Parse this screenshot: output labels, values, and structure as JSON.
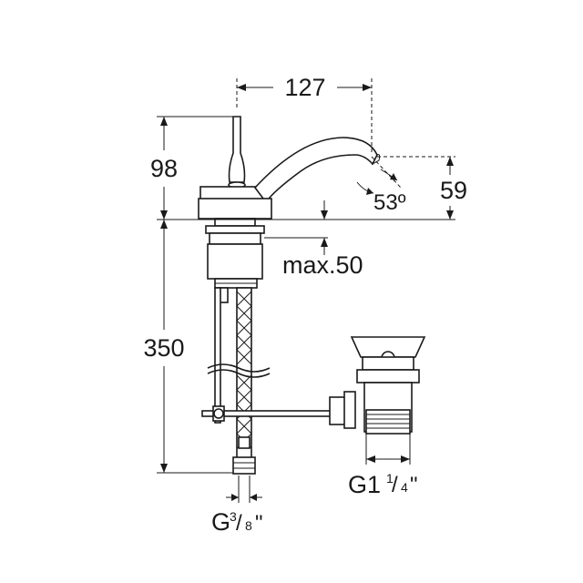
{
  "dimensions": {
    "spout_reach": "127",
    "lever_height": "98",
    "spout_height": "59",
    "spout_angle": "53º",
    "deck_thickness": "max.50",
    "total_length": "350"
  },
  "connections": {
    "waste_thread_main": "G1",
    "waste_thread_frac_num": "1",
    "waste_thread_frac_sep": "/",
    "waste_thread_frac_den": "4",
    "waste_thread_quote": "\"",
    "supply_thread_main": "G",
    "supply_thread_frac_num": "3",
    "supply_thread_frac_sep": "/",
    "supply_thread_frac_den": "8",
    "supply_thread_quote": "\""
  }
}
